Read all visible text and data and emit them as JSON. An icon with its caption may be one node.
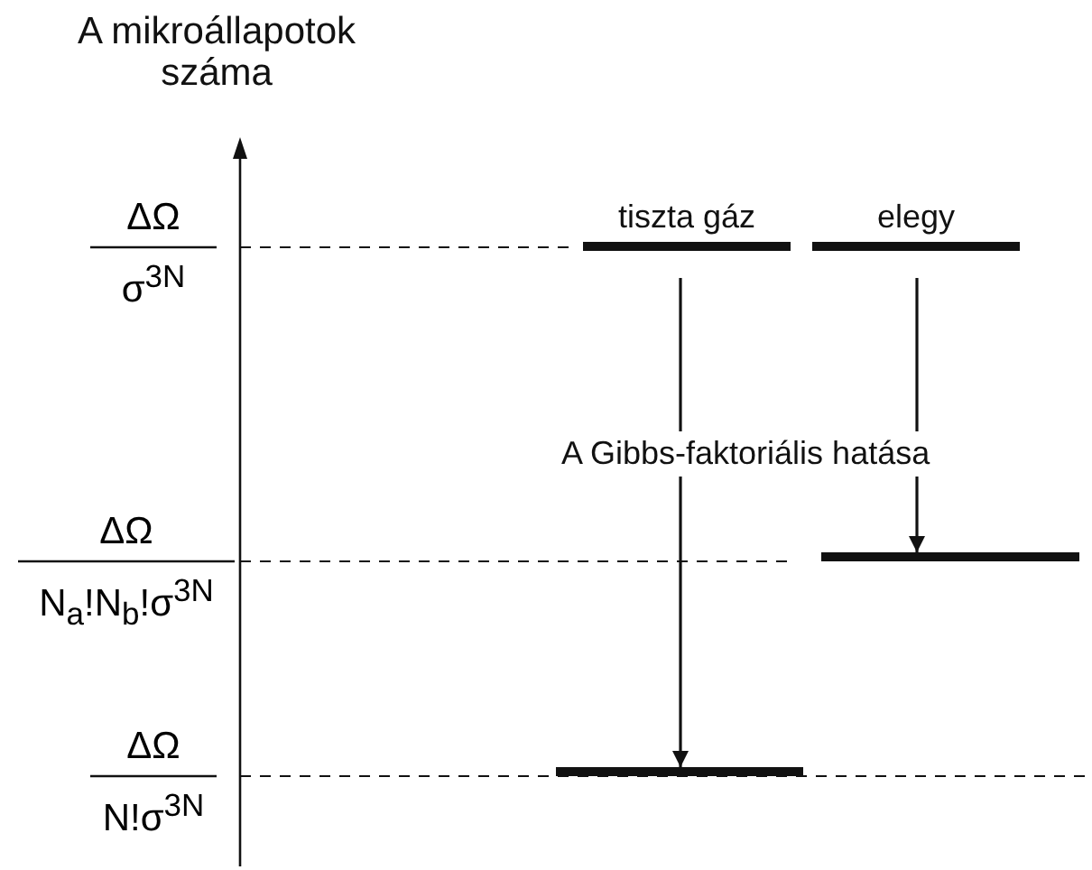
{
  "diagram": {
    "nodes": [
      {
        "text": [
          "tiszta gáz"
        ]
      },
      {
        "text": [
          "elegy"
        ]
      },
      {
        "text": [],
        "shape": "bar"
      },
      {
        "text": [],
        "shape": "bar"
      }
    ],
    "edges": [
      {
        "from": 0,
        "to": 3,
        "arrow": "to"
      },
      {
        "from": 1,
        "to": 2,
        "arrow": "to"
      }
    ],
    "labels": [
      "A mikroállapotok száma",
      "ΔΩ",
      "σ$^{3N}$",
      "ΔΩ",
      "N$_{a}$!N$_{b}$!σ$^{3N}$",
      "ΔΩ",
      "N!σ$^{3N}$",
      "A Gibbs-faktoriális hatása"
    ]
  }
}
